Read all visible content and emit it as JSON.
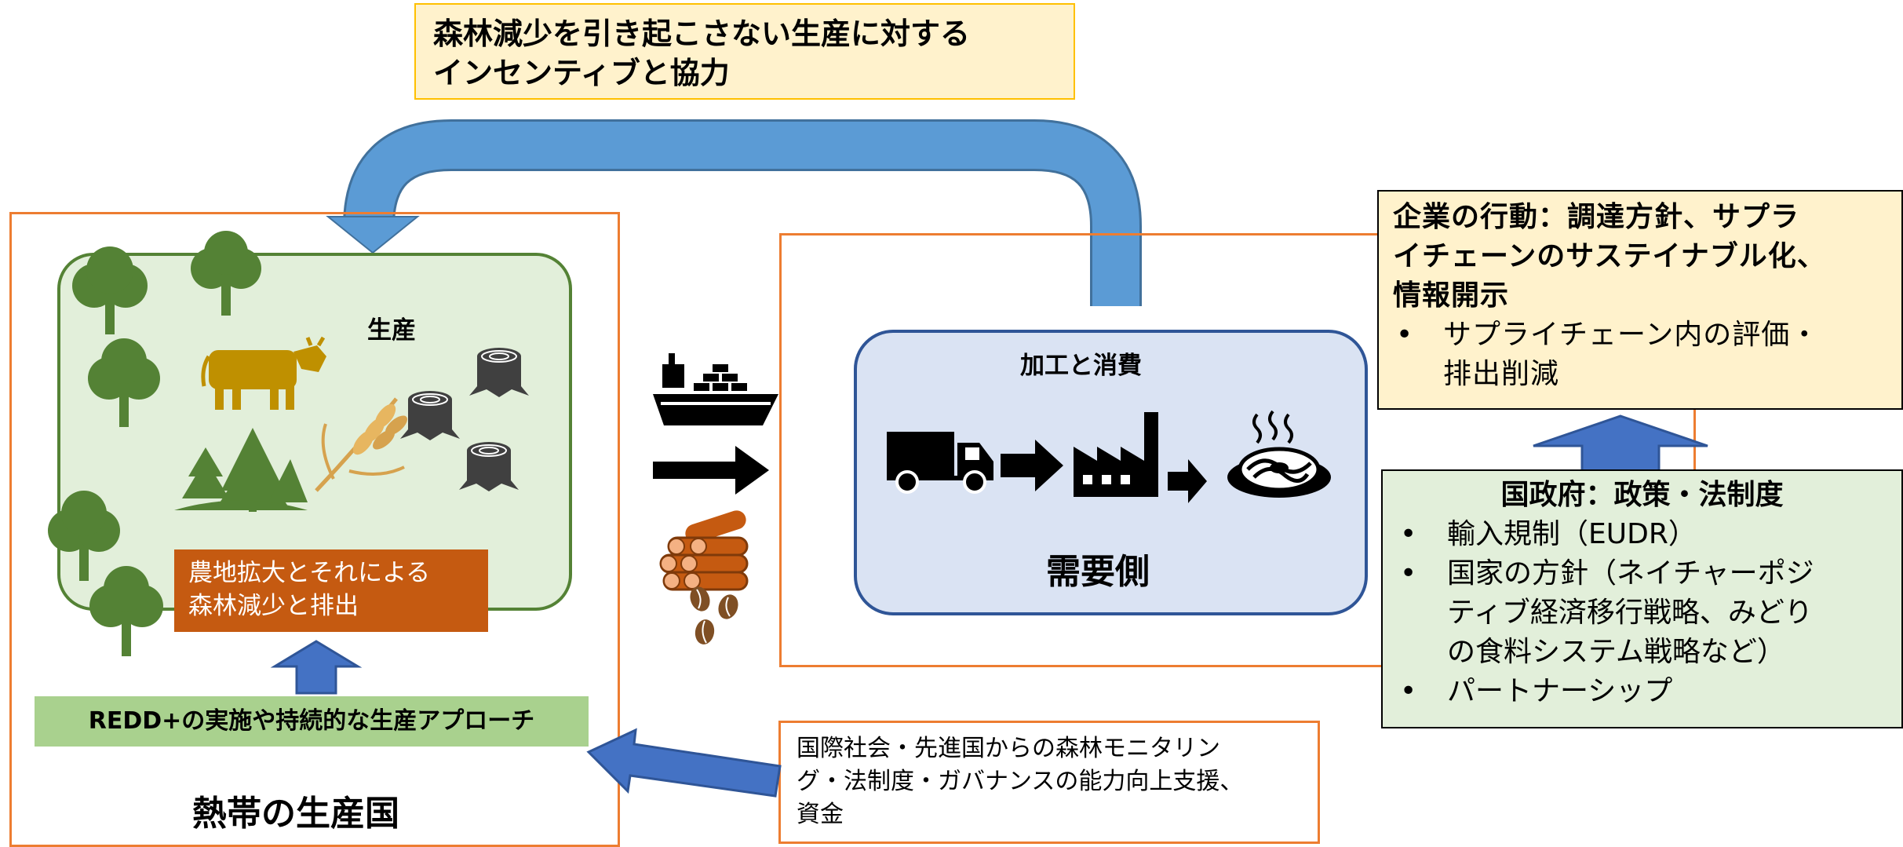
{
  "top_banner": {
    "line1": "森林減少を引き起こさない生産に対する",
    "line2": "インセンティブと協力"
  },
  "producer": {
    "box_title": "熱帯の生産国",
    "area_label": "生産",
    "impact_line1": "農地拡大とそれによる",
    "impact_line2": "森林減少と排出",
    "approach_label": "REDD+の実施や持続的な生産アプローチ"
  },
  "demand": {
    "inner_title": "加工と消費",
    "inner_label": "需要側"
  },
  "corporate": {
    "title_line1": "企業の行動：調達方針、サプラ",
    "title_line2": "イチェーンのサステイナブル化、",
    "title_line3": "情報開示",
    "bullet": "•",
    "item1_line1": "サプライチェーン内の評価・",
    "item1_line2": "排出削減"
  },
  "government": {
    "title": "国政府：政策・法制度",
    "bullet": "•",
    "item1": "輸入規制（EUDR）",
    "item2_line1": "国家の方針（ネイチャーポジ",
    "item2_line2": "ティブ経済移行戦略、みどり",
    "item2_line3": "の食料システム戦略など）",
    "item3": "パートナーシップ"
  },
  "international": {
    "line1": "国際社会・先進国からの森林モニタリン",
    "line2": "グ・法制度・ガバナンスの能力向上支援、",
    "line3": "資金"
  },
  "colors": {
    "orange_border": "#ED7D31",
    "green_border": "#548235",
    "green_fill": "#E2EFDA",
    "blue_arrow": "#4472C4",
    "blue_curve": "#5B9BD5",
    "navy_border": "#2F5597",
    "lavender_fill": "#DAE3F3",
    "yellow_fill": "#FFF2CC",
    "yellow_border": "#FFC000",
    "impact_fill": "#C55A11",
    "approach_fill": "#A9D18E",
    "cow": "#BF9000",
    "tree": "#548235",
    "stump": "#404040"
  }
}
